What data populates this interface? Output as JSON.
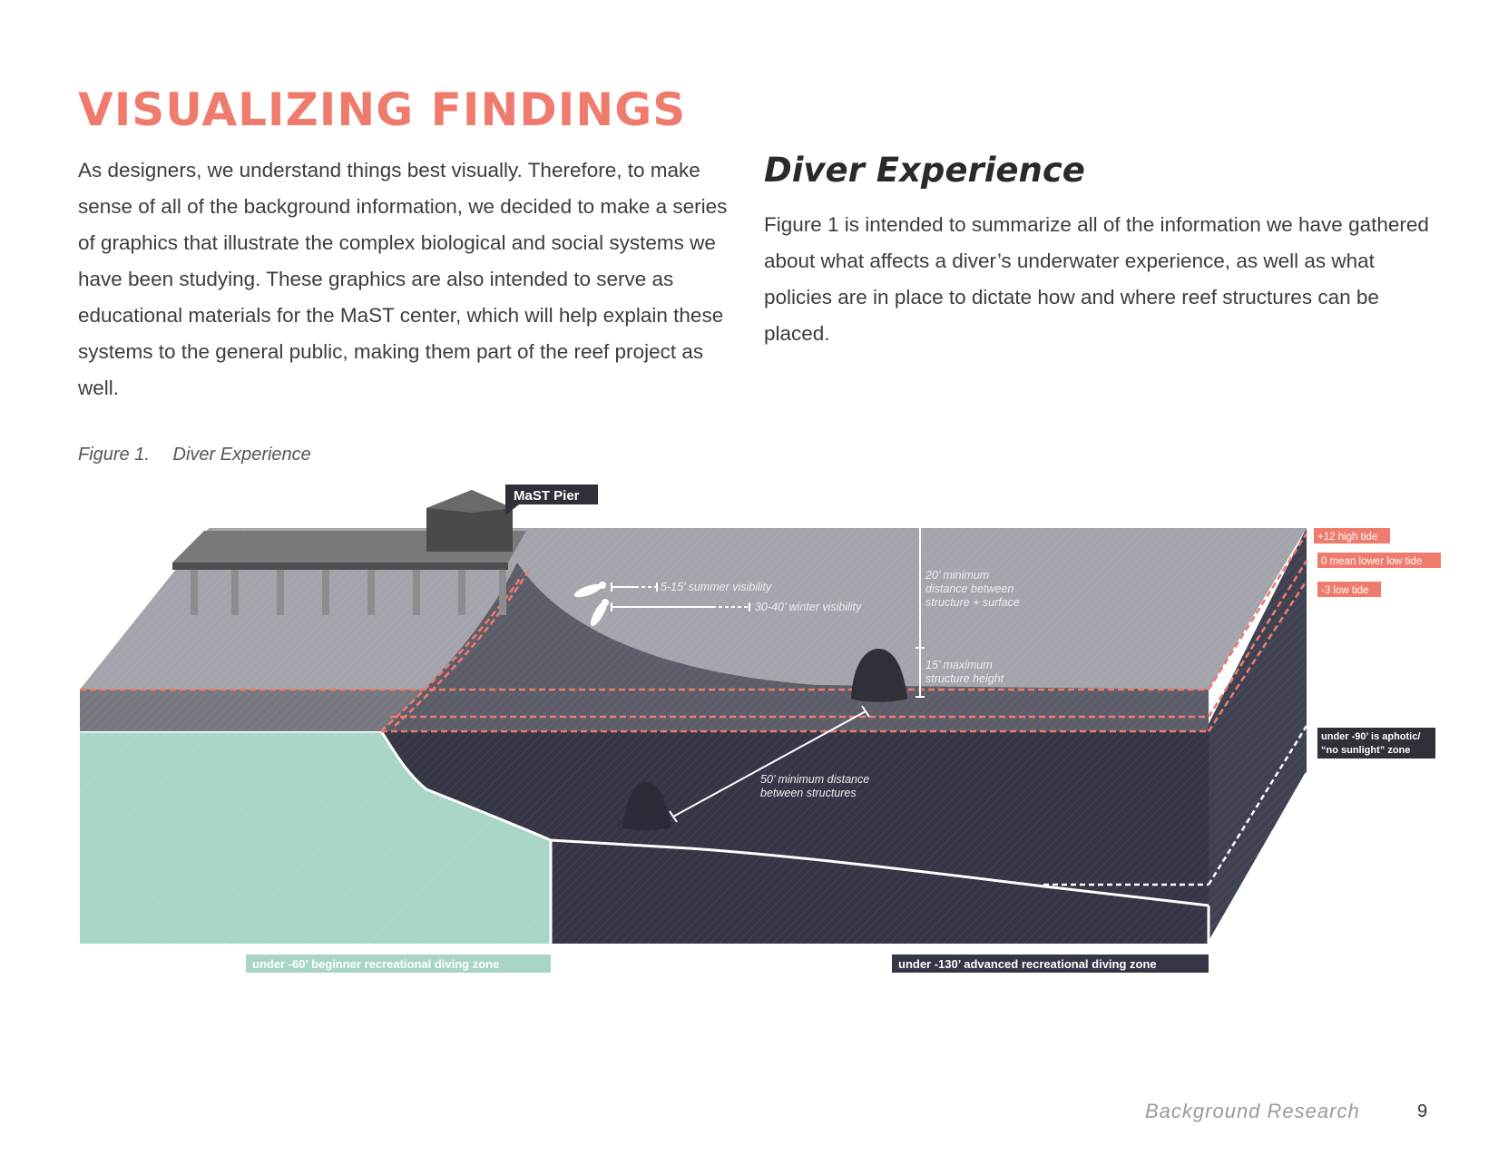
{
  "colors": {
    "accent": "#ef7b6c",
    "mint": "#a8d5c5",
    "deep": "#343645",
    "surface": "#a0a0a8",
    "pier": "#6e6e70",
    "dark_label": "#2f3038"
  },
  "page": {
    "title": "VISUALIZING FINDINGS",
    "intro": "As designers, we understand things best visually. Therefore, to make sense of all of the background information, we decided to make a series of graphics that illustrate the complex biological and social systems we have been studying. These graphics are also intended to serve as educational materials for the MaST center, which will help explain these systems to the general public, making them part of the reef project as well.",
    "subheading": "Diver Experience",
    "summary": "Figure 1 is intended to summarize all of the information we have gathered about what affects a diver’s underwater experience, as well as what policies are in place to dictate how and where reef structures can be placed.",
    "figure_number": "Figure 1.",
    "figure_title": "Diver Experience"
  },
  "figure": {
    "pier_label": "MaST Pier",
    "summer_visibility": "5-15’ summer visibility",
    "winter_visibility": "30-40’ winter visibility",
    "min_distance_surface_1": "20’ minimum",
    "min_distance_surface_2": "distance between",
    "min_distance_surface_3": "structure + surface",
    "max_height_1": "15’ maximum",
    "max_height_2": "structure height",
    "min_distance_structures_1": "50’ minimum distance",
    "min_distance_structures_2": "between structures",
    "high_tide": "+12 high tide",
    "mean_lower_low_tide": "0 mean lower low tide",
    "low_tide": "-3 low tide",
    "aphotic_1": "under -90’ is aphotic/",
    "aphotic_2": "“no sunlight” zone",
    "beginner_zone": "under -60’ beginner recreational diving zone",
    "advanced_zone": "under -130’ advanced recreational diving zone"
  },
  "footer": {
    "section": "Background Research",
    "page_number": "9"
  }
}
